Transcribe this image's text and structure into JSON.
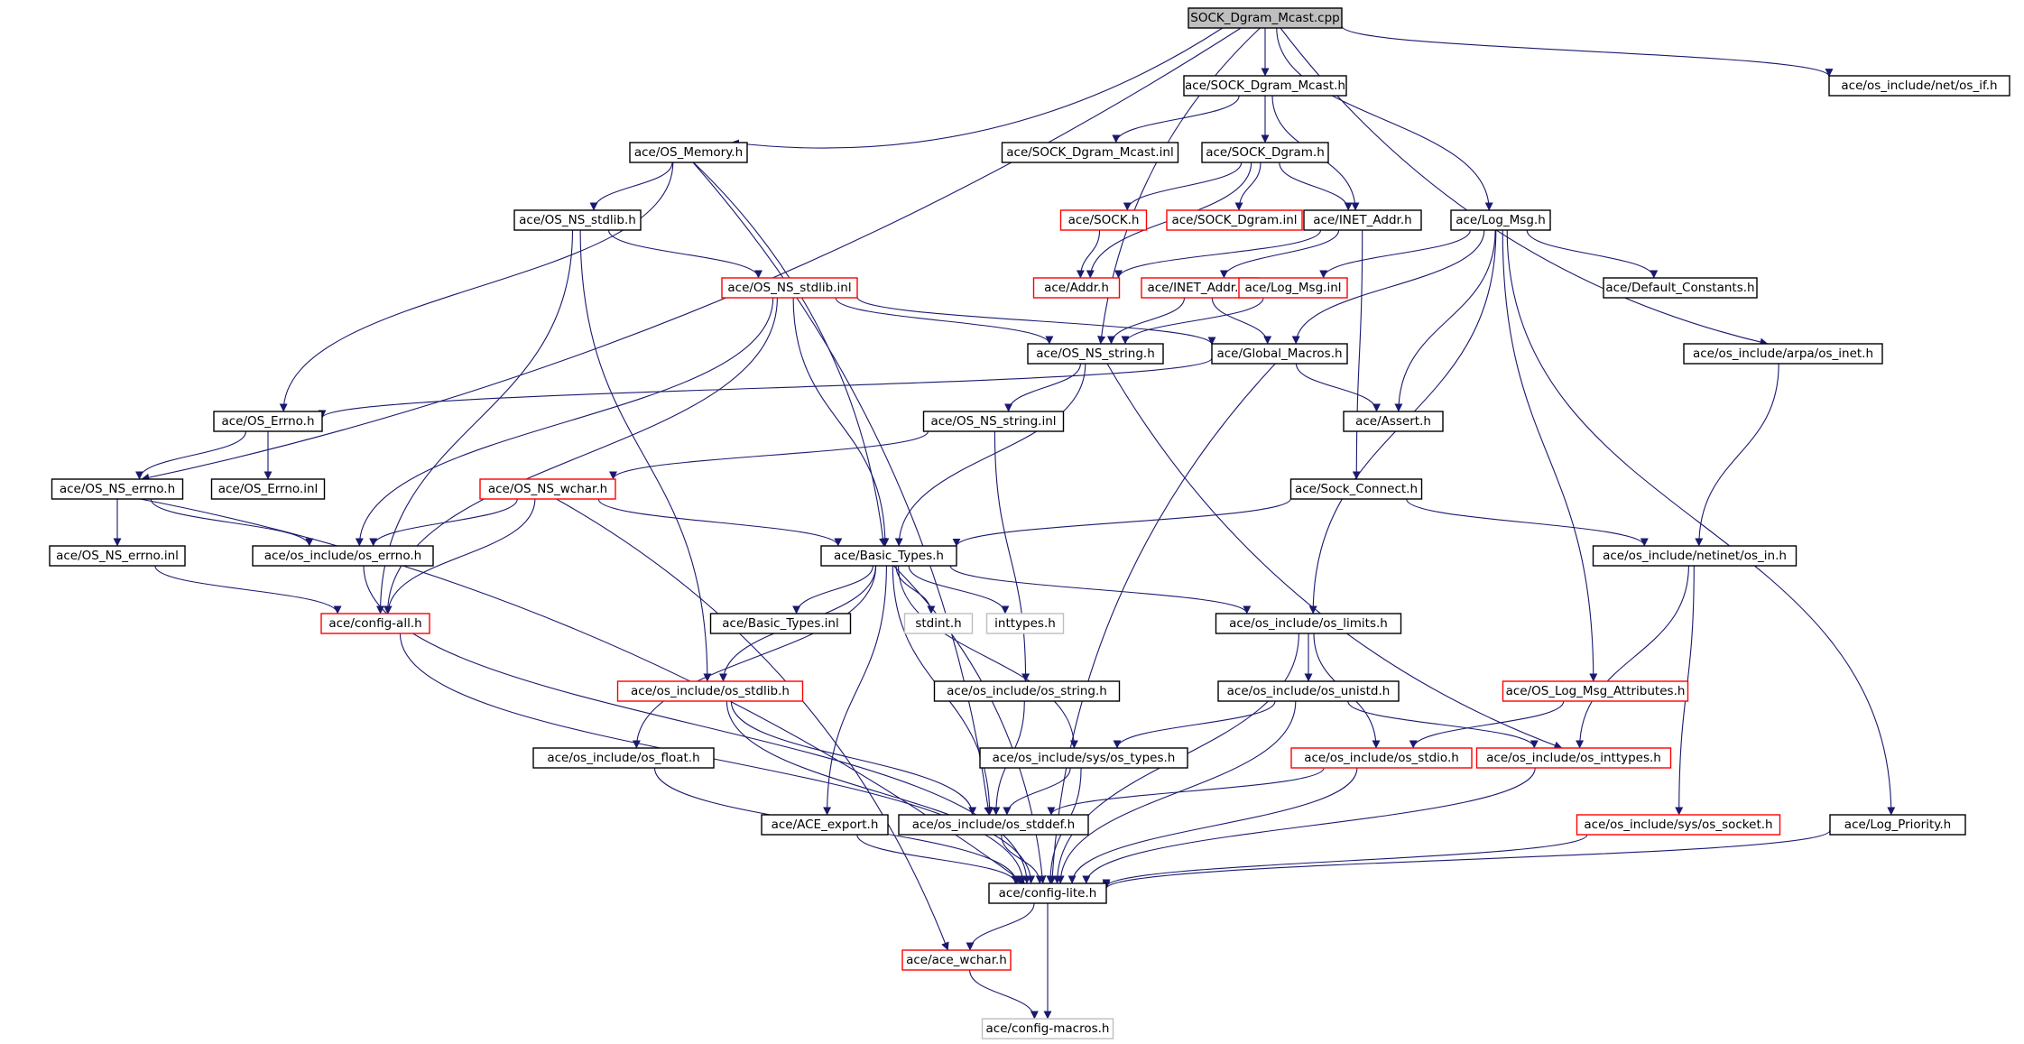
{
  "diagram": {
    "nodes": [
      {
        "id": "sock_dgram_mcast_cpp",
        "label": "SOCK_Dgram_Mcast.cpp",
        "style": "root"
      },
      {
        "id": "sock_dgram_mcast_h",
        "label": "ace/SOCK_Dgram_Mcast.h",
        "style": "normal"
      },
      {
        "id": "net_os_if_h",
        "label": "ace/os_include/net/os_if.h",
        "style": "normal"
      },
      {
        "id": "os_memory_h",
        "label": "ace/OS_Memory.h",
        "style": "normal"
      },
      {
        "id": "sock_dgram_mcast_inl",
        "label": "ace/SOCK_Dgram_Mcast.inl",
        "style": "normal"
      },
      {
        "id": "sock_dgram_h",
        "label": "ace/SOCK_Dgram.h",
        "style": "normal"
      },
      {
        "id": "os_ns_stdlib_h",
        "label": "ace/OS_NS_stdlib.h",
        "style": "normal"
      },
      {
        "id": "sock_h",
        "label": "ace/SOCK.h",
        "style": "red"
      },
      {
        "id": "sock_dgram_inl",
        "label": "ace/SOCK_Dgram.inl",
        "style": "red"
      },
      {
        "id": "inet_addr_h",
        "label": "ace/INET_Addr.h",
        "style": "normal"
      },
      {
        "id": "log_msg_h",
        "label": "ace/Log_Msg.h",
        "style": "normal"
      },
      {
        "id": "os_ns_stdlib_inl",
        "label": "ace/OS_NS_stdlib.inl",
        "style": "red"
      },
      {
        "id": "addr_h",
        "label": "ace/Addr.h",
        "style": "red"
      },
      {
        "id": "inet_addr_inl",
        "label": "ace/INET_Addr.inl",
        "style": "red"
      },
      {
        "id": "log_msg_inl",
        "label": "ace/Log_Msg.inl",
        "style": "red"
      },
      {
        "id": "default_constants_h",
        "label": "ace/Default_Constants.h",
        "style": "normal"
      },
      {
        "id": "os_ns_string_h",
        "label": "ace/OS_NS_string.h",
        "style": "normal"
      },
      {
        "id": "global_macros_h",
        "label": "ace/Global_Macros.h",
        "style": "normal"
      },
      {
        "id": "arpa_os_inet_h",
        "label": "ace/os_include/arpa/os_inet.h",
        "style": "normal"
      },
      {
        "id": "os_errno_h",
        "label": "ace/OS_Errno.h",
        "style": "normal"
      },
      {
        "id": "os_ns_string_inl",
        "label": "ace/OS_NS_string.inl",
        "style": "normal"
      },
      {
        "id": "assert_h",
        "label": "ace/Assert.h",
        "style": "normal"
      },
      {
        "id": "os_ns_errno_h",
        "label": "ace/OS_NS_errno.h",
        "style": "normal"
      },
      {
        "id": "os_errno_inl",
        "label": "ace/OS_Errno.inl",
        "style": "normal"
      },
      {
        "id": "os_ns_wchar_h",
        "label": "ace/OS_NS_wchar.h",
        "style": "red"
      },
      {
        "id": "sock_connect_h",
        "label": "ace/Sock_Connect.h",
        "style": "normal"
      },
      {
        "id": "os_ns_errno_inl",
        "label": "ace/OS_NS_errno.inl",
        "style": "normal"
      },
      {
        "id": "os_include_os_errno_h",
        "label": "ace/os_include/os_errno.h",
        "style": "normal"
      },
      {
        "id": "basic_types_h",
        "label": "ace/Basic_Types.h",
        "style": "normal"
      },
      {
        "id": "netinet_os_in_h",
        "label": "ace/os_include/netinet/os_in.h",
        "style": "normal"
      },
      {
        "id": "config_all_h",
        "label": "ace/config-all.h",
        "style": "red"
      },
      {
        "id": "basic_types_inl",
        "label": "ace/Basic_Types.inl",
        "style": "normal"
      },
      {
        "id": "stdint_h",
        "label": "stdint.h",
        "style": "gray"
      },
      {
        "id": "inttypes_h",
        "label": "inttypes.h",
        "style": "gray"
      },
      {
        "id": "os_limits_h",
        "label": "ace/os_include/os_limits.h",
        "style": "normal"
      },
      {
        "id": "os_stdlib_h",
        "label": "ace/os_include/os_stdlib.h",
        "style": "red"
      },
      {
        "id": "os_string_h",
        "label": "ace/os_include/os_string.h",
        "style": "normal"
      },
      {
        "id": "os_unistd_h",
        "label": "ace/os_include/os_unistd.h",
        "style": "normal"
      },
      {
        "id": "os_log_msg_attributes_h",
        "label": "ace/OS_Log_Msg_Attributes.h",
        "style": "red"
      },
      {
        "id": "os_float_h",
        "label": "ace/os_include/os_float.h",
        "style": "normal"
      },
      {
        "id": "sys_os_types_h",
        "label": "ace/os_include/sys/os_types.h",
        "style": "normal"
      },
      {
        "id": "os_stdio_h",
        "label": "ace/os_include/os_stdio.h",
        "style": "red"
      },
      {
        "id": "os_inttypes_h",
        "label": "ace/os_include/os_inttypes.h",
        "style": "red"
      },
      {
        "id": "ace_export_h",
        "label": "ace/ACE_export.h",
        "style": "normal"
      },
      {
        "id": "os_stddef_h",
        "label": "ace/os_include/os_stddef.h",
        "style": "normal"
      },
      {
        "id": "sys_os_socket_h",
        "label": "ace/os_include/sys/os_socket.h",
        "style": "red"
      },
      {
        "id": "log_priority_h",
        "label": "ace/Log_Priority.h",
        "style": "normal"
      },
      {
        "id": "config_lite_h",
        "label": "ace/config-lite.h",
        "style": "normal"
      },
      {
        "id": "ace_wchar_h",
        "label": "ace/ace_wchar.h",
        "style": "red"
      },
      {
        "id": "config_macros_h",
        "label": "ace/config-macros.h",
        "style": "gray"
      }
    ],
    "edges": [
      [
        "sock_dgram_mcast_cpp",
        "sock_dgram_mcast_h"
      ],
      [
        "sock_dgram_mcast_cpp",
        "net_os_if_h"
      ],
      [
        "sock_dgram_mcast_cpp",
        "os_memory_h"
      ],
      [
        "sock_dgram_mcast_cpp",
        "log_msg_h"
      ],
      [
        "sock_dgram_mcast_cpp",
        "os_ns_string_h"
      ],
      [
        "sock_dgram_mcast_cpp",
        "arpa_os_inet_h"
      ],
      [
        "sock_dgram_mcast_cpp",
        "os_ns_errno_h"
      ],
      [
        "sock_dgram_mcast_h",
        "sock_dgram_mcast_inl"
      ],
      [
        "sock_dgram_mcast_h",
        "sock_dgram_h"
      ],
      [
        "sock_dgram_mcast_h",
        "inet_addr_h"
      ],
      [
        "sock_dgram_h",
        "sock_h"
      ],
      [
        "sock_dgram_h",
        "sock_dgram_inl"
      ],
      [
        "sock_dgram_h",
        "inet_addr_h"
      ],
      [
        "sock_dgram_h",
        "addr_h"
      ],
      [
        "sock_h",
        "addr_h"
      ],
      [
        "inet_addr_h",
        "addr_h"
      ],
      [
        "inet_addr_h",
        "inet_addr_inl"
      ],
      [
        "inet_addr_h",
        "sock_connect_h"
      ],
      [
        "inet_addr_inl",
        "os_ns_string_h"
      ],
      [
        "inet_addr_inl",
        "global_macros_h"
      ],
      [
        "os_memory_h",
        "os_ns_stdlib_h"
      ],
      [
        "os_memory_h",
        "os_errno_h"
      ],
      [
        "os_memory_h",
        "basic_types_h"
      ],
      [
        "os_memory_h",
        "os_stddef_h"
      ],
      [
        "os_ns_stdlib_h",
        "os_ns_stdlib_inl"
      ],
      [
        "os_ns_stdlib_h",
        "config_all_h"
      ],
      [
        "os_ns_stdlib_h",
        "os_stdlib_h"
      ],
      [
        "os_ns_stdlib_inl",
        "os_ns_string_h"
      ],
      [
        "os_ns_stdlib_inl",
        "global_macros_h"
      ],
      [
        "os_ns_stdlib_inl",
        "basic_types_h"
      ],
      [
        "os_ns_stdlib_inl",
        "os_include_os_errno_h"
      ],
      [
        "os_ns_stdlib_inl",
        "config_all_h"
      ],
      [
        "log_msg_h",
        "log_msg_inl"
      ],
      [
        "log_msg_h",
        "default_constants_h"
      ],
      [
        "log_msg_h",
        "global_macros_h"
      ],
      [
        "log_msg_h",
        "assert_h"
      ],
      [
        "log_msg_h",
        "os_limits_h"
      ],
      [
        "log_msg_h",
        "os_log_msg_attributes_h"
      ],
      [
        "log_msg_h",
        "log_priority_h"
      ],
      [
        "log_msg_inl",
        "os_ns_string_h"
      ],
      [
        "os_ns_string_h",
        "os_ns_string_inl"
      ],
      [
        "os_ns_string_h",
        "basic_types_h"
      ],
      [
        "os_ns_string_h",
        "os_inttypes_h"
      ],
      [
        "global_macros_h",
        "os_errno_h"
      ],
      [
        "global_macros_h",
        "assert_h"
      ],
      [
        "global_macros_h",
        "config_lite_h"
      ],
      [
        "os_ns_string_inl",
        "os_ns_wchar_h"
      ],
      [
        "os_ns_string_inl",
        "os_string_h"
      ],
      [
        "arpa_os_inet_h",
        "netinet_os_in_h"
      ],
      [
        "os_errno_h",
        "os_ns_errno_h"
      ],
      [
        "os_errno_h",
        "os_errno_inl"
      ],
      [
        "os_ns_errno_h",
        "os_ns_errno_inl"
      ],
      [
        "os_ns_errno_h",
        "os_include_os_errno_h"
      ],
      [
        "os_ns_errno_h",
        "config_lite_h"
      ],
      [
        "os_ns_errno_inl",
        "config_all_h"
      ],
      [
        "os_ns_wchar_h",
        "basic_types_h"
      ],
      [
        "os_ns_wchar_h",
        "os_include_os_errno_h"
      ],
      [
        "os_ns_wchar_h",
        "config_all_h"
      ],
      [
        "os_ns_wchar_h",
        "ace_wchar_h"
      ],
      [
        "sock_connect_h",
        "basic_types_h"
      ],
      [
        "sock_connect_h",
        "netinet_os_in_h"
      ],
      [
        "os_include_os_errno_h",
        "config_lite_h"
      ],
      [
        "config_all_h",
        "config_lite_h"
      ],
      [
        "basic_types_h",
        "basic_types_inl"
      ],
      [
        "basic_types_h",
        "stdint_h"
      ],
      [
        "basic_types_h",
        "inttypes_h"
      ],
      [
        "basic_types_h",
        "os_limits_h"
      ],
      [
        "basic_types_h",
        "os_stdlib_h"
      ],
      [
        "basic_types_h",
        "os_float_h"
      ],
      [
        "basic_types_h",
        "sys_os_types_h"
      ],
      [
        "basic_types_h",
        "ace_export_h"
      ],
      [
        "basic_types_h",
        "os_stddef_h"
      ],
      [
        "basic_types_h",
        "config_lite_h"
      ],
      [
        "netinet_os_in_h",
        "os_inttypes_h"
      ],
      [
        "netinet_os_in_h",
        "sys_os_socket_h"
      ],
      [
        "os_limits_h",
        "os_unistd_h"
      ],
      [
        "os_limits_h",
        "os_stdio_h"
      ],
      [
        "os_limits_h",
        "config_lite_h"
      ],
      [
        "os_stdlib_h",
        "os_stddef_h"
      ],
      [
        "os_stdlib_h",
        "config_lite_h"
      ],
      [
        "os_string_h",
        "os_stddef_h"
      ],
      [
        "os_unistd_h",
        "sys_os_types_h"
      ],
      [
        "os_unistd_h",
        "os_inttypes_h"
      ],
      [
        "os_unistd_h",
        "config_lite_h"
      ],
      [
        "os_log_msg_attributes_h",
        "os_stdio_h"
      ],
      [
        "os_float_h",
        "config_lite_h"
      ],
      [
        "sys_os_types_h",
        "os_stddef_h"
      ],
      [
        "sys_os_types_h",
        "config_lite_h"
      ],
      [
        "os_stdio_h",
        "os_stddef_h"
      ],
      [
        "os_stdio_h",
        "config_lite_h"
      ],
      [
        "os_inttypes_h",
        "config_lite_h"
      ],
      [
        "ace_export_h",
        "config_lite_h"
      ],
      [
        "os_stddef_h",
        "config_lite_h"
      ],
      [
        "sys_os_socket_h",
        "config_lite_h"
      ],
      [
        "log_priority_h",
        "config_lite_h"
      ],
      [
        "config_lite_h",
        "ace_wchar_h"
      ],
      [
        "config_lite_h",
        "config_macros_h"
      ],
      [
        "ace_wchar_h",
        "config_macros_h"
      ]
    ],
    "colors": {
      "edge": "#191970",
      "normal_border": "#000000",
      "red_border": "#ff0000",
      "gray_border": "#bfbfbf",
      "root_fill": "#bfbfbf",
      "background": "#ffffff"
    }
  }
}
